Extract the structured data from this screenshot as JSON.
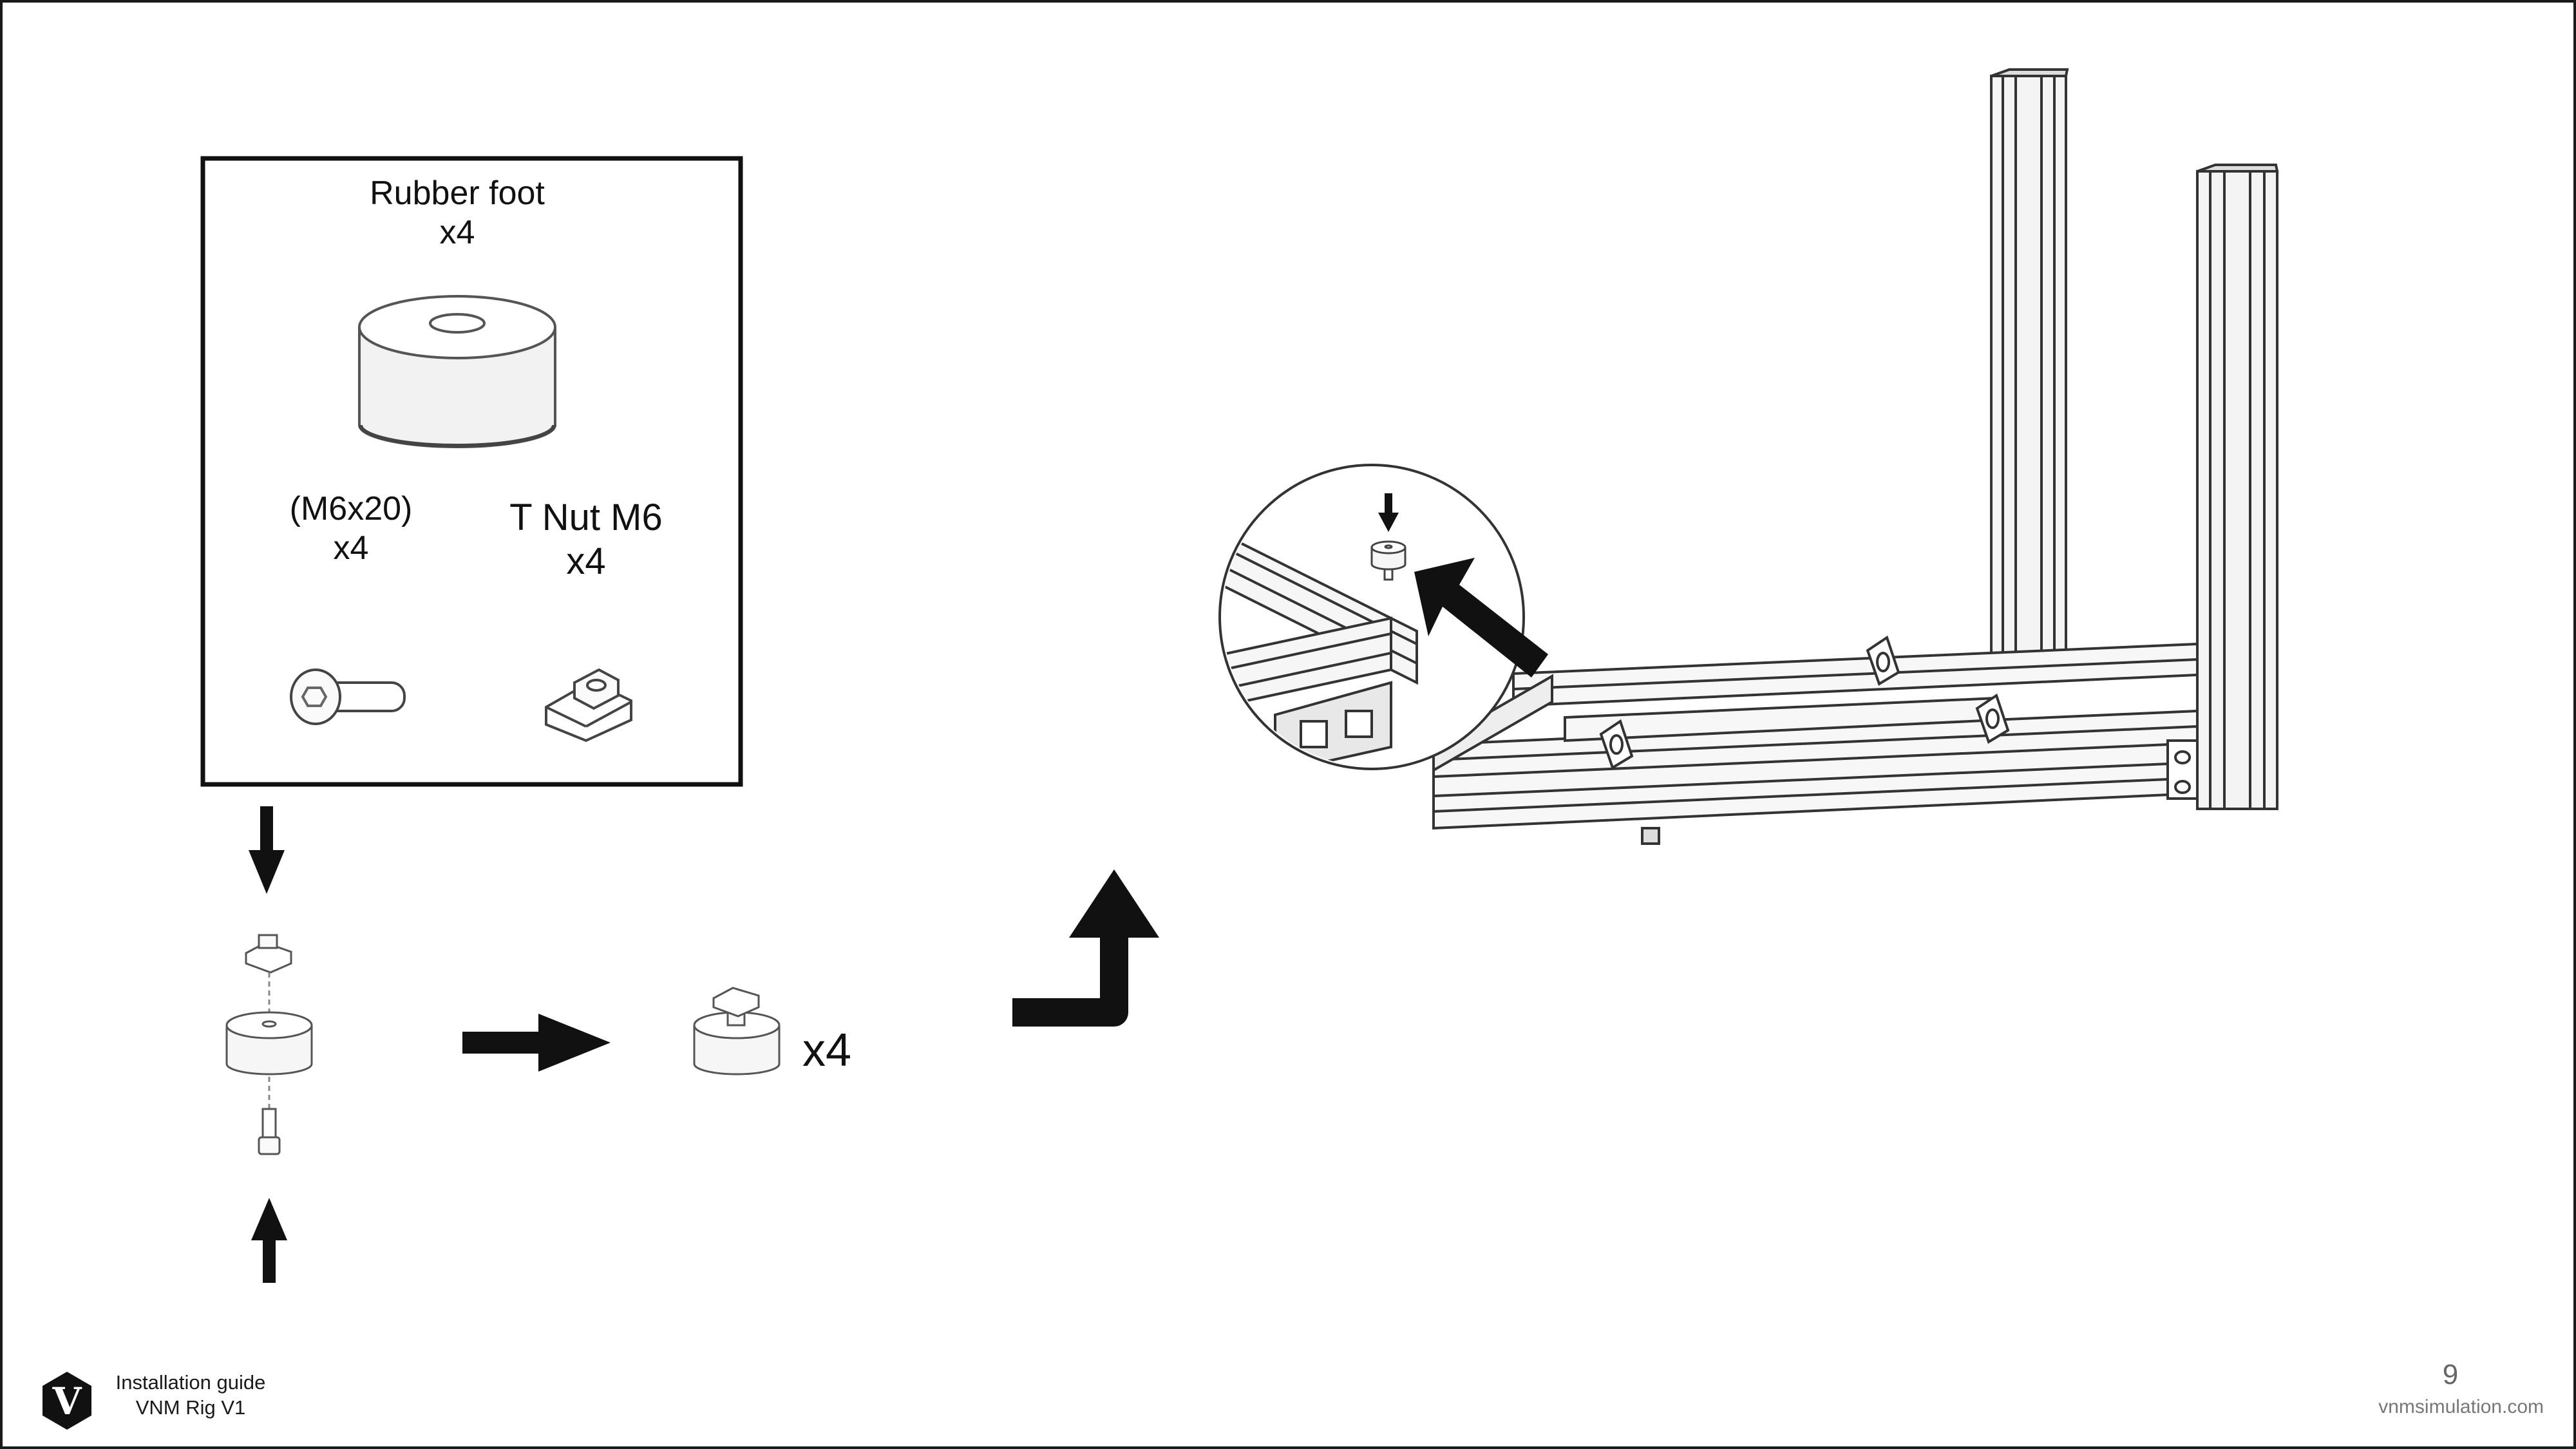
{
  "parts": {
    "rubber_foot": {
      "name": "Rubber foot",
      "qty": "x4"
    },
    "bolt": {
      "name": "(M6x20)",
      "qty": "x4"
    },
    "tnut": {
      "name": "T Nut M6",
      "qty": "x4"
    }
  },
  "assembly": {
    "result_qty": "x4"
  },
  "footer": {
    "guide_title": "Installation guide",
    "product": "VNM Rig V1",
    "page_number": "9",
    "website": "vnmsimulation.com",
    "logo_letter": "V"
  },
  "icons": [
    "logo-icon",
    "arrow-down-icon",
    "arrow-up-icon",
    "arrow-right-icon",
    "arrow-elbow-up-icon",
    "arrow-zoom-icon"
  ],
  "colors": {
    "ink": "#111111",
    "line": "#333333",
    "fill": "#ffffff",
    "shade": "#e6e6e6"
  }
}
